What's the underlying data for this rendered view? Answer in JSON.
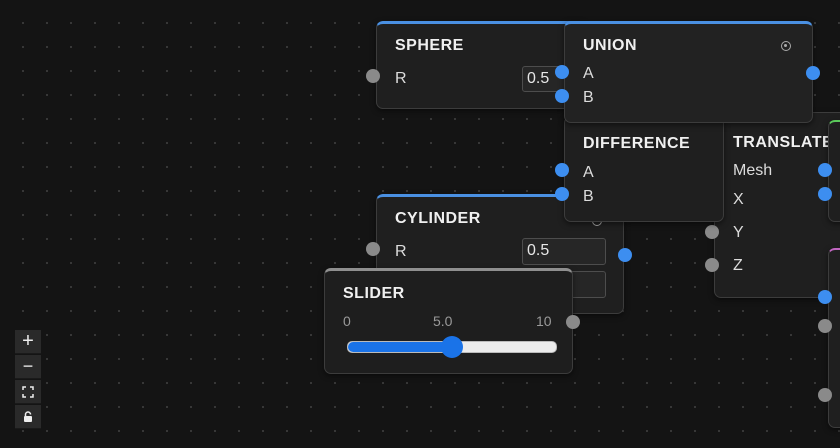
{
  "nodes": {
    "sphere": {
      "title": "SPHERE",
      "r_label": "R",
      "r_value": "0.5"
    },
    "union": {
      "title": "UNION",
      "a_label": "A",
      "b_label": "B"
    },
    "difference": {
      "title": "DIFFERENCE",
      "a_label": "A",
      "b_label": "B"
    },
    "translate": {
      "title": "TRANSLATE",
      "mesh_label": "Mesh",
      "x_label": "X",
      "y_label": "Y",
      "z_label": "Z"
    },
    "cylinder": {
      "title": "CYLINDER",
      "r_label": "R",
      "r_value": "0.5"
    },
    "slider": {
      "title": "SLIDER",
      "min_label": "0",
      "mid_label": "5.0",
      "max_label": "10",
      "value": 5.0,
      "min": 0,
      "max": 10
    }
  },
  "controls": {
    "zoom_in": "+",
    "zoom_out": "−",
    "fit_view": "fit-view-icon",
    "lock": "lock-icon"
  },
  "colors": {
    "port_connected": "#3d8ef0",
    "port_idle": "#8a8a8a",
    "node_header": "#4a90e2",
    "slider_fill": "#1a73e8"
  }
}
